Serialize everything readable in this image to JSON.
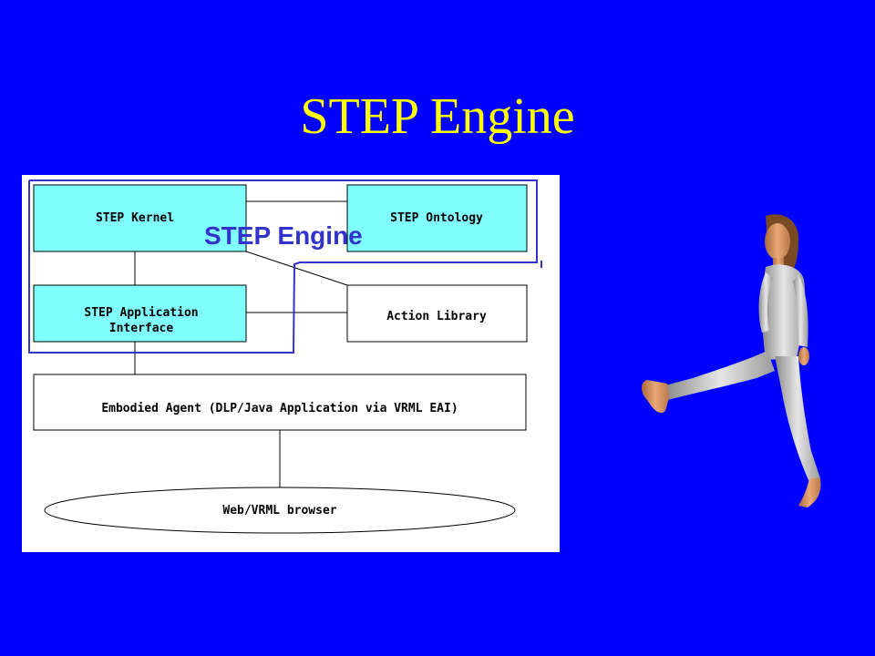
{
  "slide": {
    "title": "STEP Engine",
    "background_color": "#0000ff",
    "title_color": "#ffff00"
  },
  "diagram": {
    "overlay_label": "STEP Engine",
    "boxes": {
      "kernel": {
        "label": "STEP Kernel"
      },
      "ontology": {
        "label": "STEP Ontology"
      },
      "app_interface": {
        "line1": "STEP Application",
        "line2": "Interface"
      },
      "action_library": {
        "label": "Action Library"
      },
      "embodied_agent": {
        "label": "Embodied Agent (DLP/Java Application via VRML EAI)"
      },
      "browser": {
        "label": "Web/VRML browser"
      }
    },
    "colors": {
      "box_fill": "#80ffff",
      "plain_box_fill": "#ffffff",
      "engine_outline": "#3333cc"
    }
  },
  "figure": {
    "icon": "avatar-figure-icon"
  }
}
